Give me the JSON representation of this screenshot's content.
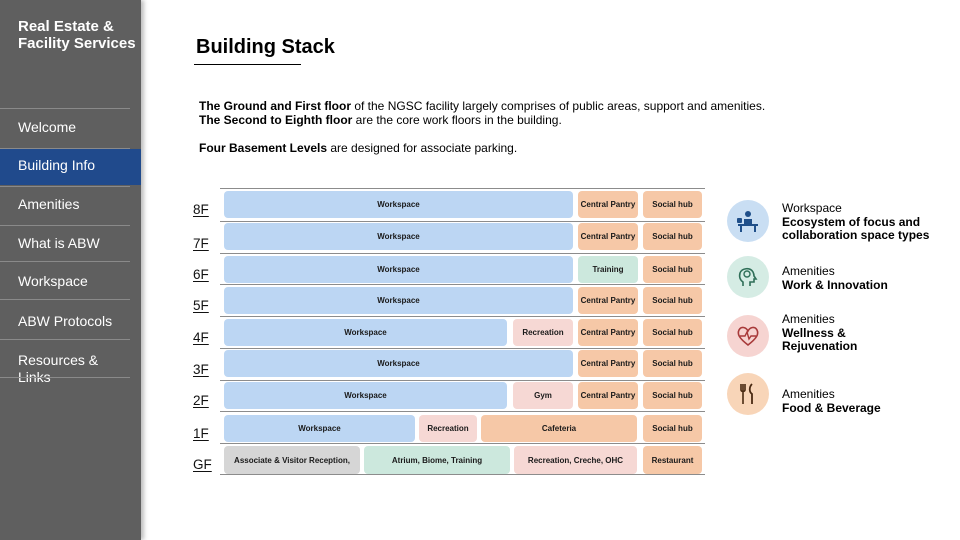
{
  "sidebar": {
    "brand": "Real Estate & Facility Services",
    "items": [
      {
        "label": "Welcome"
      },
      {
        "label": "Building Info"
      },
      {
        "label": "Amenities"
      },
      {
        "label": "What is ABW"
      },
      {
        "label": "Workspace"
      },
      {
        "label": "ABW Protocols"
      },
      {
        "label": "Resources & Links"
      }
    ],
    "active_item": "Building Info"
  },
  "page": {
    "title": "Building Stack",
    "intro": {
      "line1_bold": "The Ground and First floor",
      "line1_rest": " of the NGSC facility largely comprises of public areas, support and amenities.",
      "line2_bold": "The Second to Eighth floor",
      "line2_rest": " are the core work floors in the building.",
      "line3_bold": "Four Basement Levels",
      "line3_rest": " are designed for associate parking."
    }
  },
  "stack": {
    "floors": [
      {
        "label": "8F",
        "blocks": [
          {
            "name": "Workspace",
            "kind": "ws"
          },
          {
            "name": "Central Pantry",
            "kind": "pan"
          },
          {
            "name": "Social hub",
            "kind": "pan"
          }
        ]
      },
      {
        "label": "7F",
        "blocks": [
          {
            "name": "Workspace",
            "kind": "ws"
          },
          {
            "name": "Central Pantry",
            "kind": "pan"
          },
          {
            "name": "Social hub",
            "kind": "pan"
          }
        ]
      },
      {
        "label": "6F",
        "blocks": [
          {
            "name": "Workspace",
            "kind": "ws"
          },
          {
            "name": "Training",
            "kind": "trn"
          },
          {
            "name": "Social hub",
            "kind": "pan"
          }
        ]
      },
      {
        "label": "5F",
        "blocks": [
          {
            "name": "Workspace",
            "kind": "ws"
          },
          {
            "name": "Central Pantry",
            "kind": "pan"
          },
          {
            "name": "Social hub",
            "kind": "pan"
          }
        ]
      },
      {
        "label": "4F",
        "blocks": [
          {
            "name": "Workspace",
            "kind": "ws"
          },
          {
            "name": "Recreation",
            "kind": "rec"
          },
          {
            "name": "Central Pantry",
            "kind": "pan"
          },
          {
            "name": "Social hub",
            "kind": "pan"
          }
        ]
      },
      {
        "label": "3F",
        "blocks": [
          {
            "name": "Workspace",
            "kind": "ws"
          },
          {
            "name": "Central Pantry",
            "kind": "pan"
          },
          {
            "name": "Social hub",
            "kind": "pan"
          }
        ]
      },
      {
        "label": "2F",
        "blocks": [
          {
            "name": "Workspace",
            "kind": "ws"
          },
          {
            "name": "Gym",
            "kind": "rec"
          },
          {
            "name": "Central Pantry",
            "kind": "pan"
          },
          {
            "name": "Social hub",
            "kind": "pan"
          }
        ]
      },
      {
        "label": "1F",
        "blocks": [
          {
            "name": "Workspace",
            "kind": "ws"
          },
          {
            "name": "Recreation",
            "kind": "rec"
          },
          {
            "name": "Cafeteria",
            "kind": "pan"
          },
          {
            "name": "Social hub",
            "kind": "pan"
          }
        ]
      },
      {
        "label": "GF",
        "blocks": [
          {
            "name": "Associate & Visitor Reception,",
            "kind": "gry"
          },
          {
            "name": "Atrium, Biome, Training",
            "kind": "trn"
          },
          {
            "name": "Recreation, Creche, OHC",
            "kind": "rec"
          },
          {
            "name": "Restaurant",
            "kind": "pan"
          }
        ]
      }
    ]
  },
  "legend": [
    {
      "title": "Workspace",
      "desc": "Ecosystem of focus and collaboration space types",
      "icon": "desk-person-icon",
      "color": "#c9def3"
    },
    {
      "title": "Amenities",
      "desc": "Work & Innovation",
      "icon": "lightbulb-head-icon",
      "color": "#d5ece4"
    },
    {
      "title": "Amenities",
      "desc": "Wellness & Rejuvenation",
      "icon": "heart-pulse-icon",
      "color": "#f6d4d1"
    },
    {
      "title": "Amenities",
      "desc": "Food & Beverage",
      "icon": "fork-knife-icon",
      "color": "#f8d5b8"
    }
  ],
  "colors": {
    "sidebar_bg": "#5f5f5f",
    "active_bg": "#204a8c",
    "workspace": "#bcd6f3",
    "pantry": "#f6c8a7",
    "training": "#cce8dd",
    "recreation": "#f6d8d4",
    "reception": "#d6d6d6"
  }
}
